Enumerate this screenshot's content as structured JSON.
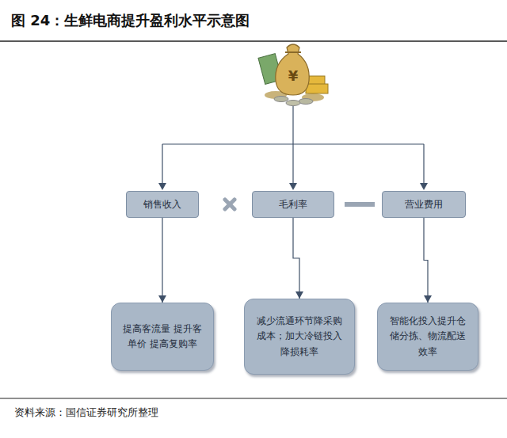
{
  "diagram": {
    "title": "图 24：生鲜电商提升盈利水平示意图",
    "caption": "资料来源：国信证券研究所整理",
    "nodes": [
      {
        "text": [
          "销售收入"
        ]
      },
      {
        "text": [
          "毛利率"
        ]
      },
      {
        "text": [
          "营业费用"
        ]
      },
      {
        "text": [
          "提高客流量 提升客单价 提高复购率"
        ]
      },
      {
        "text": [
          "减少流通环节降采购成本；加大冷链投入降损耗率"
        ]
      },
      {
        "text": [
          "智能化投入提升仓储分拣、物流配送效率"
        ]
      }
    ],
    "edges": [
      {
        "from": 0,
        "to": 3,
        "arrow": "to"
      },
      {
        "from": 1,
        "to": 4,
        "arrow": "to"
      },
      {
        "from": 2,
        "to": 5,
        "arrow": "to"
      }
    ]
  }
}
